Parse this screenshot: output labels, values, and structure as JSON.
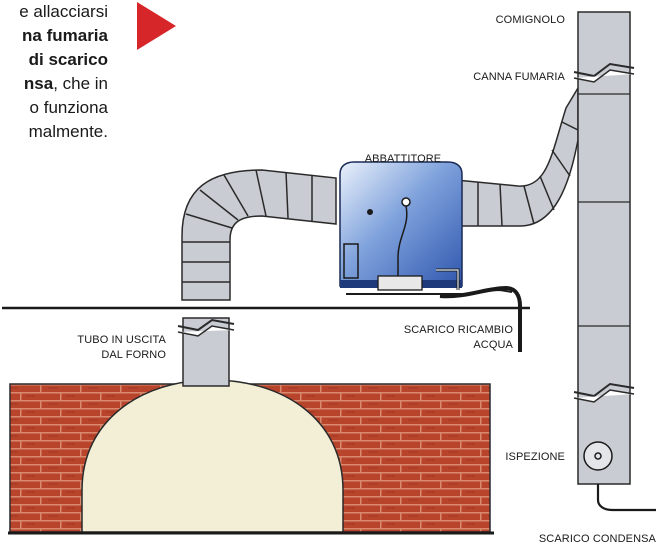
{
  "intro": {
    "line1": "e allacciarsi",
    "line2": "na fumaria",
    "line3": "di scarico",
    "line4_bold": "nsa",
    "line4_rest": ", che in",
    "line5": "o funziona",
    "line6": "malmente."
  },
  "labels": {
    "comignolo": "COMIGNOLO",
    "canna_fumaria": "CANNA FUMARIA",
    "abbattitore": "ABBATTITORE",
    "scarico_ricambio_1": "SCARICO RICAMBIO",
    "scarico_ricambio_2": "ACQUA",
    "tubo_uscita_1": "TUBO IN USCITA",
    "tubo_uscita_2": "DAL FORNO",
    "ispezione": "ISPEZIONE",
    "scarico_condensa": "SCARICO CONDENSA"
  },
  "colors": {
    "pointer_triangle": "#d7262a",
    "pipe_fill": "#c9ccd2",
    "pipe_stroke": "#2a2a2a",
    "unit_blue": "#3a62b8",
    "unit_light": "#dfe9f6",
    "brick_red": "#b8442c",
    "brick_mortar": "#d98a6e",
    "arch_cream": "#f3efd6"
  }
}
